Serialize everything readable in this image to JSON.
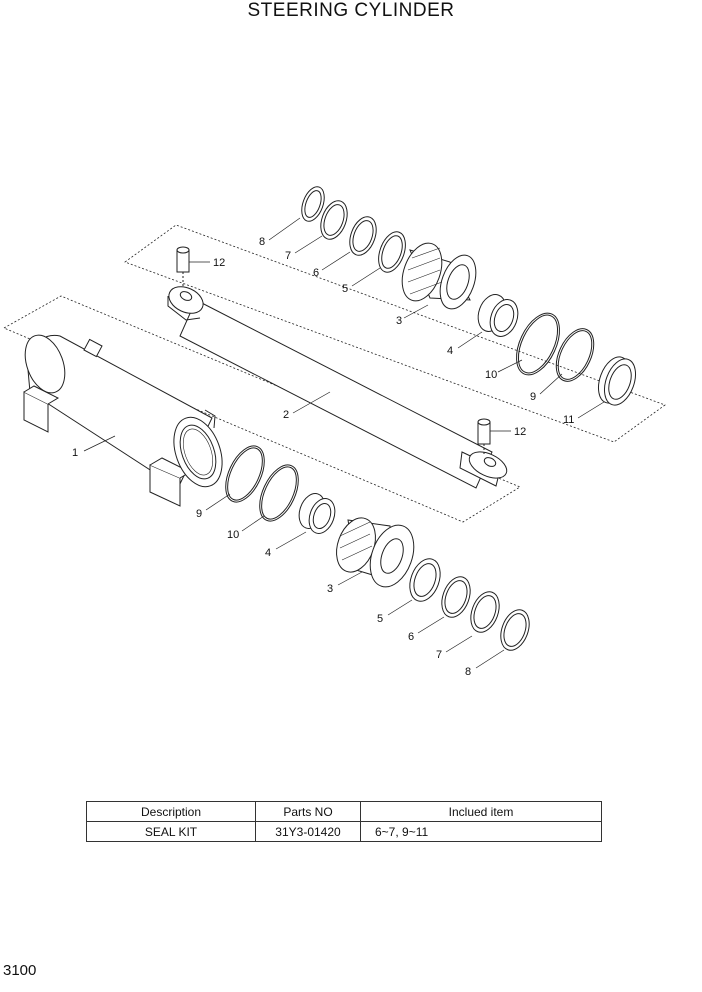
{
  "title": "STEERING CYLINDER",
  "page_number": "3100",
  "callouts": {
    "p1": "1",
    "p2": "2",
    "p3a": "3",
    "p3b": "3",
    "p4a": "4",
    "p4b": "4",
    "p5a": "5",
    "p5b": "5",
    "p6a": "6",
    "p6b": "6",
    "p7a": "7",
    "p7b": "7",
    "p8a": "8",
    "p8b": "8",
    "p9a": "9",
    "p9b": "9",
    "p10a": "10",
    "p10b": "10",
    "p11": "11",
    "p12a": "12",
    "p12b": "12"
  },
  "kit_table": {
    "headers": {
      "description": "Description",
      "parts_no": "Parts NO",
      "included": "Inclued item"
    },
    "row": {
      "description": "SEAL KIT",
      "parts_no": "31Y3-01420",
      "included": "6~7, 9~11"
    }
  }
}
